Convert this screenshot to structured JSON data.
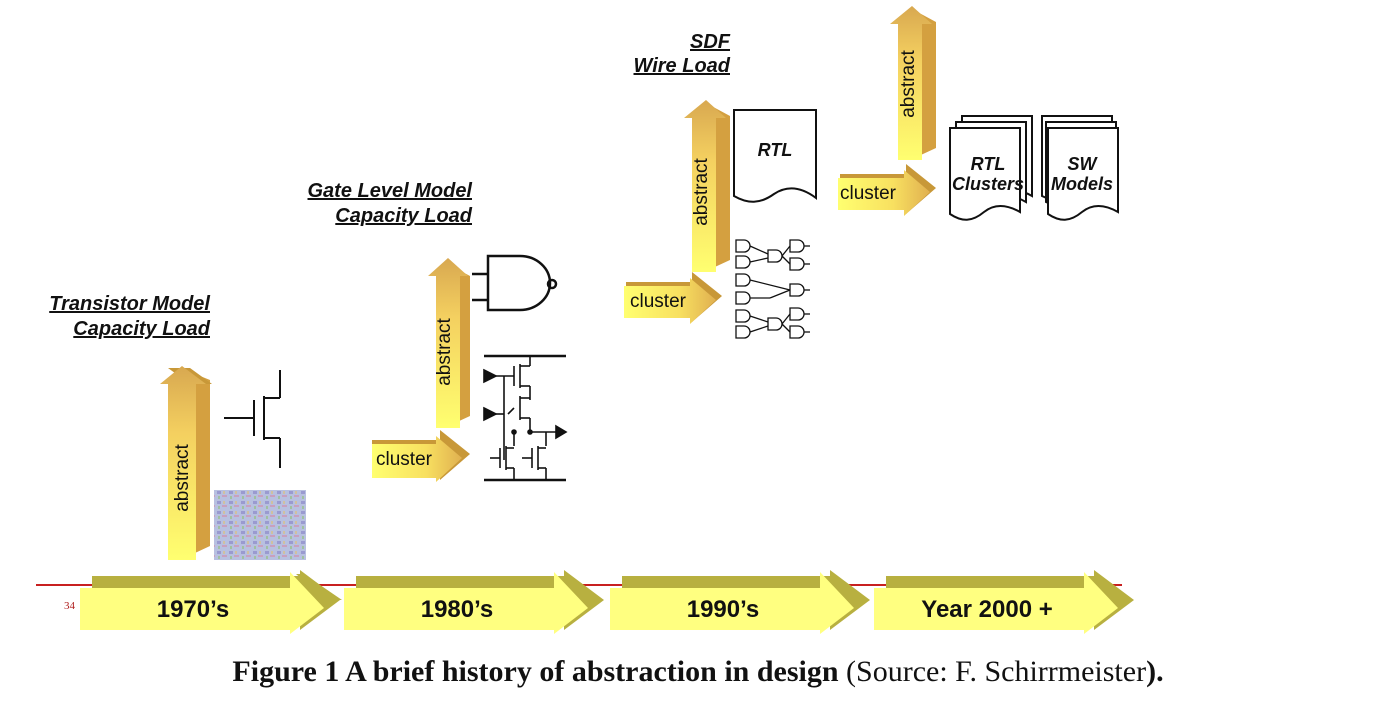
{
  "timeline": {
    "page_number": "34",
    "eras": [
      "1970’s",
      "1980’s",
      "1990’s",
      "Year 2000 +"
    ]
  },
  "stages": [
    {
      "heading_line1": "Transistor Model",
      "heading_line2": "Capacity Load",
      "abstract_label": "abstract"
    },
    {
      "heading_line1": "Gate Level Model",
      "heading_line2": "Capacity Load",
      "abstract_label": "abstract",
      "cluster_label": "cluster"
    },
    {
      "heading_line1": "SDF",
      "heading_line2": "Wire Load",
      "abstract_label": "abstract",
      "cluster_label": "cluster",
      "doc_label": "RTL"
    },
    {
      "abstract_label": "abstract",
      "cluster_label": "cluster",
      "doc1_line1": "RTL",
      "doc1_line2": "Clusters",
      "doc2_line1": "SW",
      "doc2_line2": "Models"
    }
  ],
  "caption": {
    "bold": "Figure 1 A brief history of abstraction in design",
    "source": "Source: F. Schirrmeister",
    "open": " (",
    "close": ")."
  },
  "colors": {
    "arrow_light": "#ffff80",
    "arrow_shadow": "#b8b040",
    "abstract_light": "#ffe070",
    "abstract_dark": "#d4a040",
    "timeline_line": "#c82020"
  }
}
